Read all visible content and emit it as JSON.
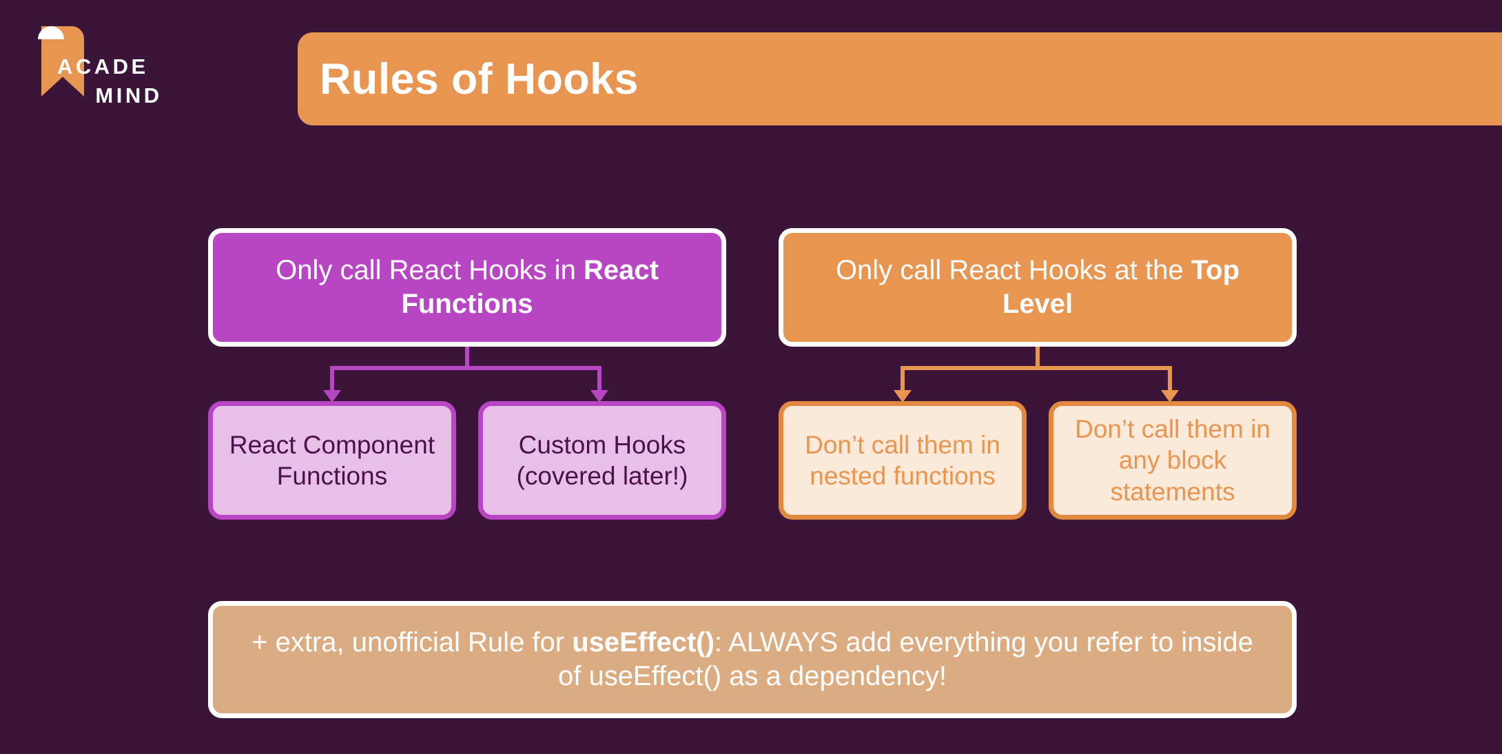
{
  "brand": {
    "name_line1": "ACADE",
    "name_line2": "MIND",
    "logo_icon": "bookmark-flag-icon",
    "accent_orange": "#e89551",
    "background_purple": "#3a1539"
  },
  "header": {
    "title": "Rules of Hooks"
  },
  "diagram": {
    "type": "two-branch-hierarchy",
    "branches": [
      {
        "id": "react-functions",
        "color": "#b846c4",
        "head": {
          "text_plain": "Only call React Hooks in ",
          "text_bold": "React Functions",
          "full": "Only call React Hooks in React Functions"
        },
        "children": [
          {
            "id": "react-component-functions",
            "text": "React Component Functions"
          },
          {
            "id": "custom-hooks",
            "text": "Custom Hooks (covered later!)"
          }
        ]
      },
      {
        "id": "top-level",
        "color": "#e89551",
        "head": {
          "text_plain": "Only call React Hooks at the ",
          "text_bold": "Top Level",
          "full": "Only call React Hooks at the Top Level"
        },
        "children": [
          {
            "id": "no-nested-functions",
            "text": "Don’t call them in nested functions"
          },
          {
            "id": "no-block-statements",
            "text": "Don’t call them in any block statements"
          }
        ]
      }
    ],
    "footer": {
      "id": "extra-rule",
      "color": "#dbab82",
      "text_before": "+ extra, unofficial Rule for ",
      "text_bold": "useEffect()",
      "text_after": ": ALWAYS add everything you refer to inside of useEffect() as a dependency!",
      "full": "+ extra, unofficial Rule for useEffect(): ALWAYS add everything you refer to inside of useEffect() as a dependency!"
    }
  }
}
